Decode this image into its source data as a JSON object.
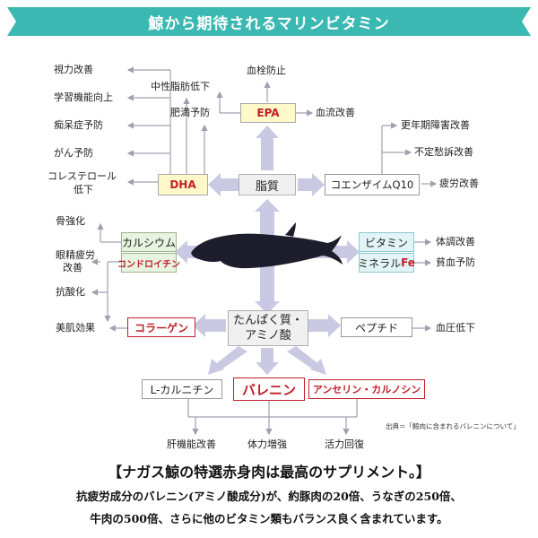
{
  "title": "鯨から期待されるマリンビタミン",
  "left_effects": [
    "視力改善",
    "学習機能向上",
    "痴呆症予防",
    "がん予防",
    "コレステロール",
    "低下"
  ],
  "dha_effects": [
    "中性脂肪低下",
    "肥満予防"
  ],
  "epa_effects": [
    "血栓防止",
    "血流改善"
  ],
  "q10_effects": [
    "更年期障害改善",
    "不定愁訴改善",
    "疲労改善"
  ],
  "mineral_left_effects": [
    "骨強化",
    "眼精疲労",
    "改善",
    "抗酸化",
    "美肌効果"
  ],
  "vitamin_effects": [
    "体調改善",
    "貧血予防"
  ],
  "peptide_effect": "血圧低下",
  "bottom_effects": [
    "肝機能改善",
    "体力増強",
    "活力回復"
  ],
  "nodes": {
    "dha": "DHA",
    "epa": "EPA",
    "lipid": "脂質",
    "q10": "コエンザイムQ10",
    "calcium": "カルシウム",
    "chondroitin": "コンドロイチン",
    "vitamin": "ビタミン",
    "mineral": "ミネラル",
    "fe": "Fe",
    "protein_1": "たんぱく質・",
    "protein_2": "アミノ酸",
    "collagen": "コラーゲン",
    "peptide": "ペプチド",
    "carnitine": "L-カルニチン",
    "balenine": "バレニン",
    "anserine": "アンセリン・カルノシン"
  },
  "source": "出典＝「鯨肉に含まれるバレニンについて」",
  "bottom_title": "【ナガス鯨の特選赤身肉は最高のサプリメント。】",
  "bottom_line_1": "抗疲労成分のバレニン(アミノ酸成分)が、約豚肉の20倍、うなぎの250倍、",
  "bottom_line_2": "牛肉の500倍、さらに他のビタミン類もバランス良く含まれています。",
  "colors": {
    "banner": "#3bb8b2",
    "arrow": "#c9c9e3",
    "line": "#a0a0b0",
    "accent": "#c0202a"
  }
}
